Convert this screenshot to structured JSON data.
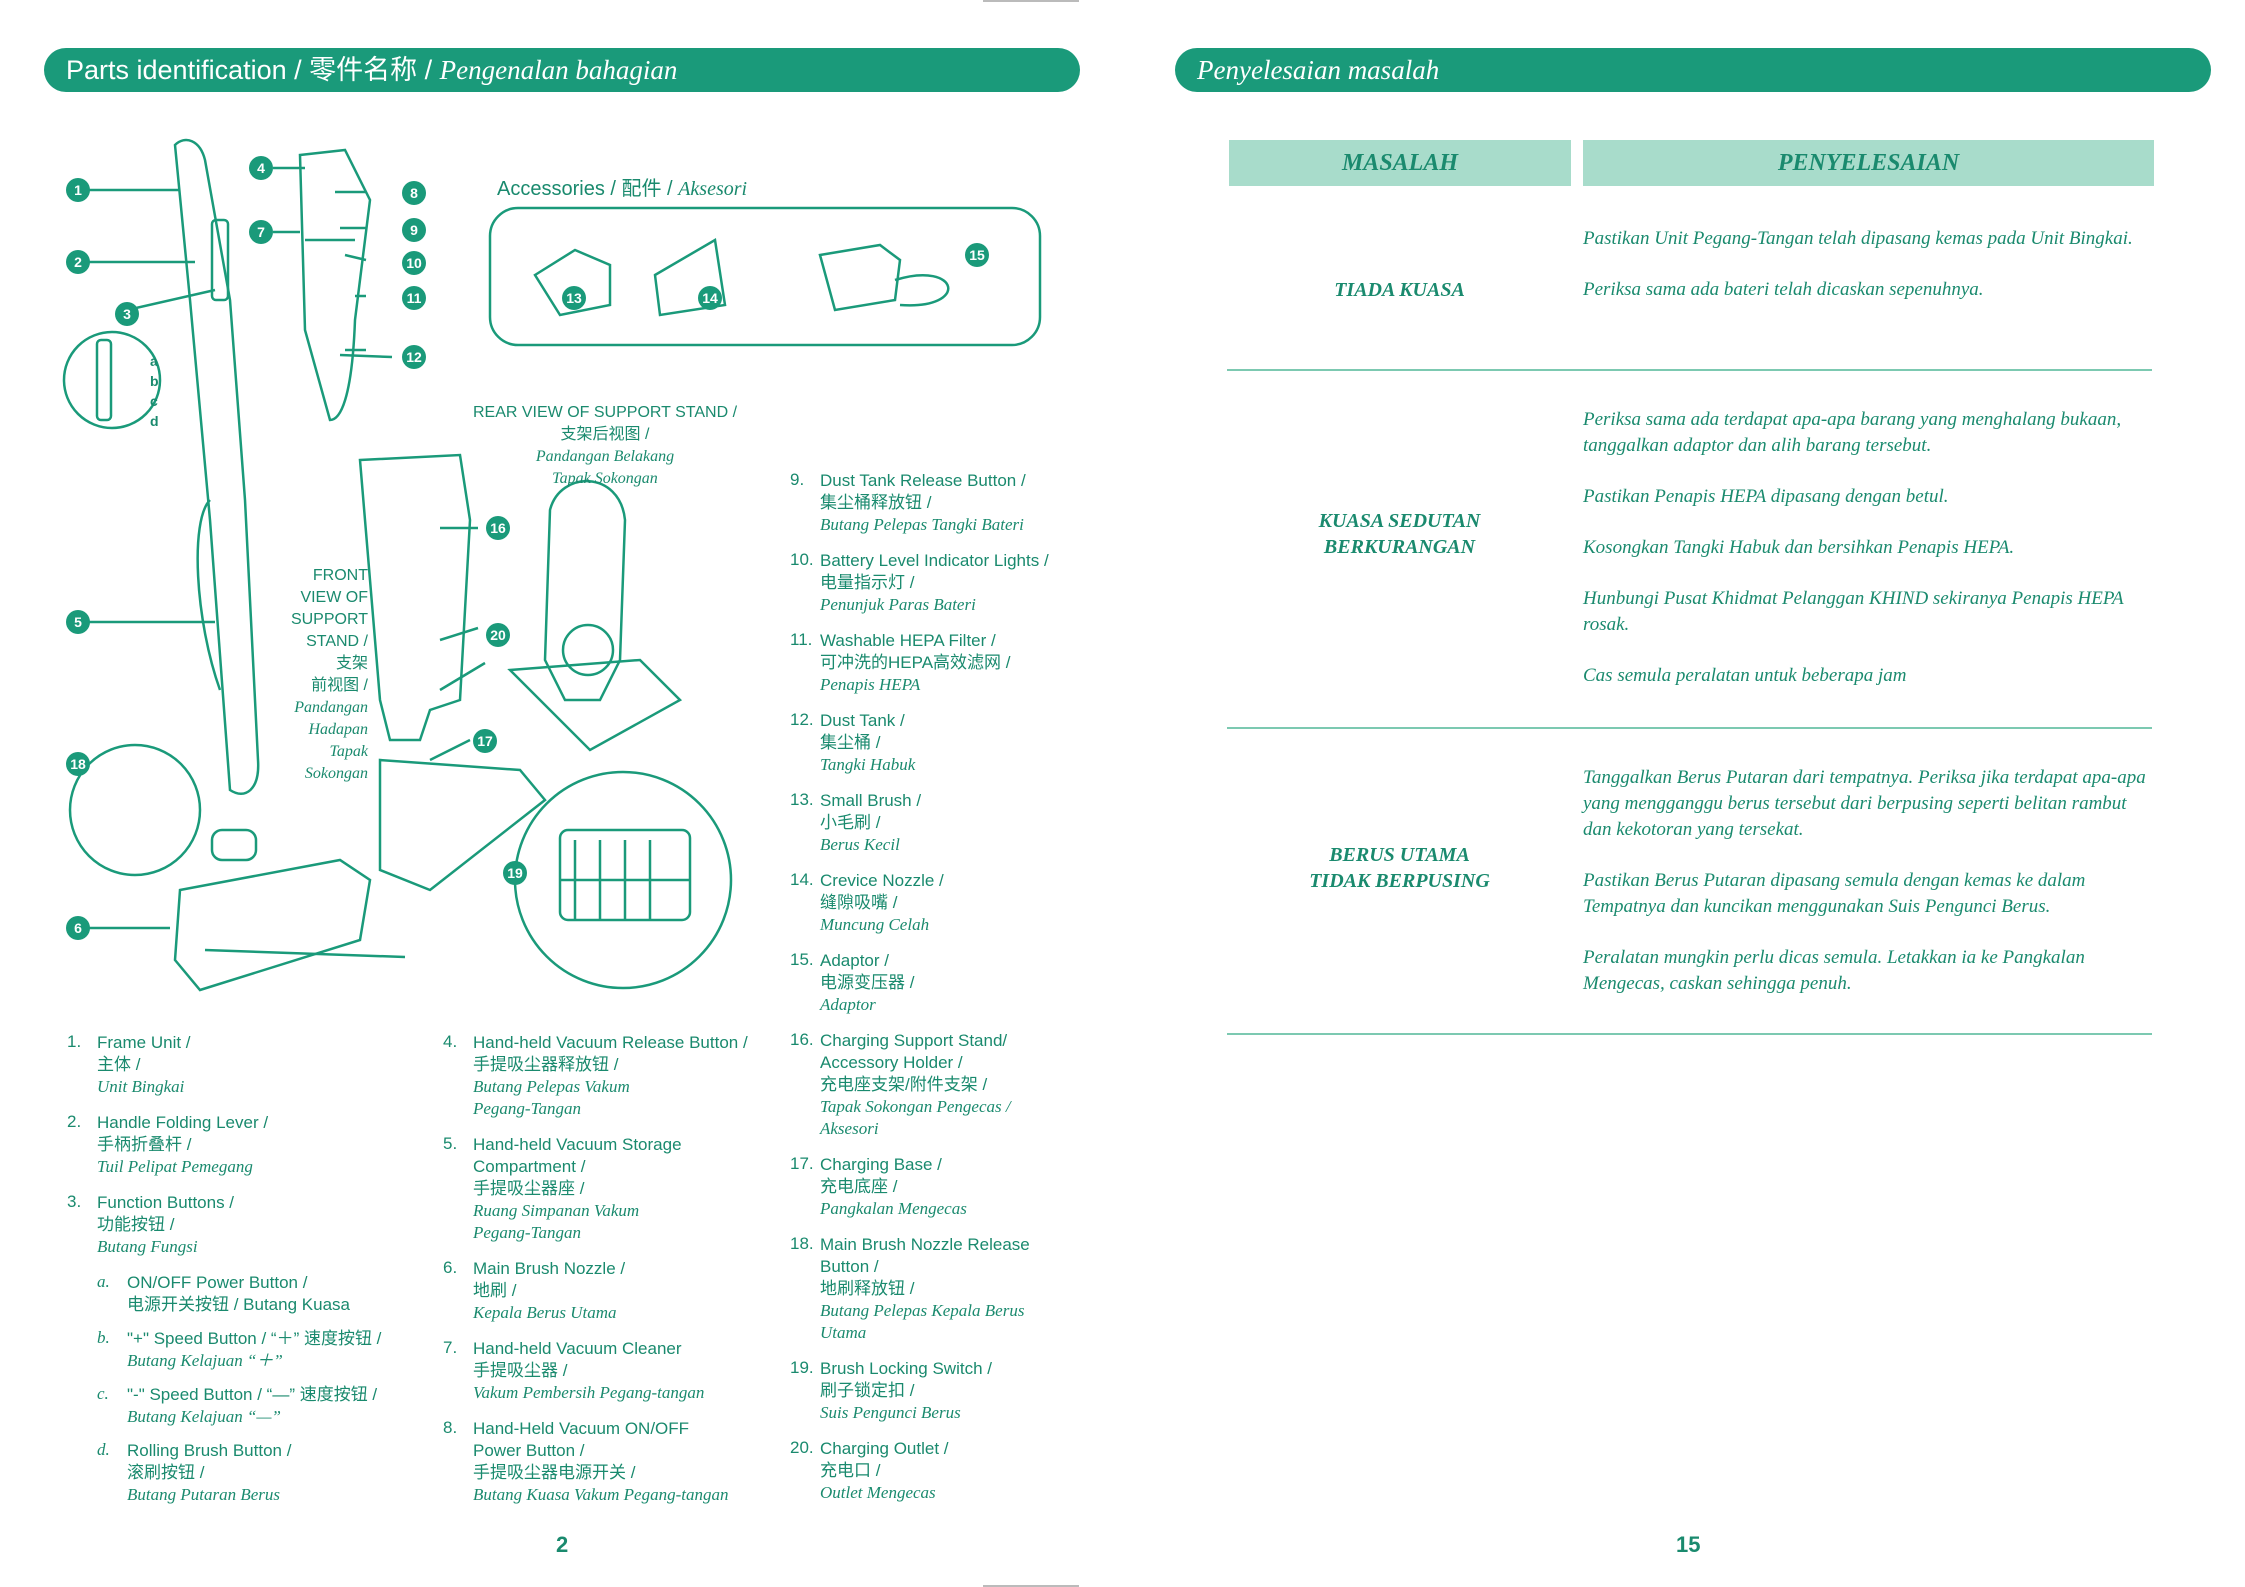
{
  "left_page": {
    "banner": {
      "en": "Parts identification /",
      "zh": "零件名称 /",
      "ms": "Pengenalan bahagian"
    },
    "accessories": {
      "en": "Accessories /",
      "zh": "配件 /",
      "ms": "Aksesori"
    },
    "rear_view": {
      "en": "REAR VIEW OF SUPPORT STAND /",
      "zh": "支架后视图 /",
      "ms1": "Pandangan Belakang",
      "ms2": "Tapak Sokongan"
    },
    "front_view": {
      "l1": "FRONT",
      "l2": "VIEW OF",
      "l3": "SUPPORT",
      "l4": "STAND /",
      "zh1": "支架",
      "zh2": "前视图 /",
      "ms1": "Pandangan",
      "ms2": "Hadapan",
      "ms3": "Tapak",
      "ms4": "Sokongan"
    },
    "callouts": [
      "1",
      "2",
      "3",
      "4",
      "5",
      "6",
      "7",
      "8",
      "9",
      "10",
      "11",
      "12",
      "13",
      "14",
      "15",
      "16",
      "17",
      "18",
      "19",
      "20"
    ],
    "switch_letters": [
      "a",
      "b",
      "c",
      "d"
    ],
    "parts_col1": [
      {
        "num": "1.",
        "en": "Frame Unit /",
        "zh": "主体 /",
        "ms": "Unit Bingkai"
      },
      {
        "num": "2.",
        "en": "Handle Folding Lever /",
        "zh": "手柄折叠杆 /",
        "ms": "Tuil Pelipat Pemegang"
      },
      {
        "num": "3.",
        "en": "Function Buttons /",
        "zh": "功能按钮 /",
        "ms": "Butang Fungsi"
      }
    ],
    "function_subs": [
      {
        "letter": "a.",
        "l1": "ON/OFF Power Button /",
        "l2": "电源开关按钮 / Butang Kuasa"
      },
      {
        "letter": "b.",
        "l1": "\"+\" Speed Button / “＋” 速度按钮 /",
        "l2": "Butang Kelajuan “＋”"
      },
      {
        "letter": "c.",
        "l1": "\"-\" Speed Button / “—” 速度按钮 /",
        "l2": "Butang Kelajuan “—”"
      },
      {
        "letter": "d.",
        "l1": "Rolling Brush Button /",
        "l2": "滚刷按钮 /",
        "l3": "Butang Putaran Berus"
      }
    ],
    "parts_col2": [
      {
        "num": "4.",
        "en": "Hand-held Vacuum Release Button /",
        "zh": "手提吸尘器释放钮 /",
        "ms": "Butang Pelepas Vakum",
        "ms2": "Pegang-Tangan"
      },
      {
        "num": "5.",
        "en": "Hand-held Vacuum Storage",
        "en2": "Compartment /",
        "zh": "手提吸尘器座 /",
        "ms": "Ruang Simpanan Vakum",
        "ms2": "Pegang-Tangan"
      },
      {
        "num": "6.",
        "en": "Main Brush Nozzle /",
        "zh": "地刷 /",
        "ms": "Kepala Berus Utama"
      },
      {
        "num": "7.",
        "en": "Hand-held Vacuum Cleaner",
        "zh": "手提吸尘器 /",
        "ms": "Vakum Pembersih Pegang-tangan"
      },
      {
        "num": "8.",
        "en": "Hand-Held Vacuum ON/OFF",
        "en2": "Power Button /",
        "zh": "手提吸尘器电源开关 /",
        "ms": "Butang Kuasa Vakum Pegang-tangan"
      }
    ],
    "parts_col3": [
      {
        "num": "9.",
        "en": "Dust Tank Release Button /",
        "zh": "集尘桶释放钮 /",
        "ms": "Butang Pelepas Tangki Bateri"
      },
      {
        "num": "10.",
        "en": "Battery Level Indicator Lights /",
        "zh": "电量指示灯 /",
        "ms": "Penunjuk Paras Bateri"
      },
      {
        "num": "11.",
        "en": "Washable HEPA Filter /",
        "zh": "可冲洗的HEPA高效滤网 /",
        "ms": "Penapis HEPA"
      },
      {
        "num": "12.",
        "en": "Dust Tank /",
        "zh": "集尘桶 /",
        "ms": "Tangki Habuk"
      },
      {
        "num": "13.",
        "en": "Small Brush /",
        "zh": "小毛刷 /",
        "ms": "Berus Kecil"
      },
      {
        "num": "14.",
        "en": "Crevice Nozzle /",
        "zh": "缝隙吸嘴 /",
        "ms": "Muncung Celah"
      },
      {
        "num": "15.",
        "en": "Adaptor /",
        "zh": "电源变压器 /",
        "ms": "Adaptor"
      },
      {
        "num": "16.",
        "en": "Charging Support Stand/",
        "en2": "Accessory Holder /",
        "zh": "充电座支架/附件支架 /",
        "ms": "Tapak Sokongan Pengecas /",
        "ms2": "Aksesori"
      },
      {
        "num": "17.",
        "en": "Charging Base /",
        "zh": "充电底座 /",
        "ms": "Pangkalan Mengecas"
      },
      {
        "num": "18.",
        "en": "Main Brush Nozzle Release",
        "en2": "Button /",
        "zh": "地刷释放钮 /",
        "ms": "Butang Pelepas Kepala Berus",
        "ms2": "Utama"
      },
      {
        "num": "19.",
        "en": "Brush Locking Switch /",
        "zh": "刷子锁定扣 /",
        "ms": "Suis Pengunci Berus"
      },
      {
        "num": "20.",
        "en": "Charging Outlet /",
        "zh": "充电口 /",
        "ms": "Outlet Mengecas"
      }
    ],
    "page_number": "2"
  },
  "right_page": {
    "banner": "Penyelesaian masalah",
    "header_problem": "MASALAH",
    "header_solution": "PENYELESAIAN",
    "rows": [
      {
        "problem": [
          "TIADA KUASA"
        ],
        "solutions": [
          "Pastikan Unit Pegang-Tangan telah dipasang kemas pada Unit Bingkai.",
          "Periksa sama ada bateri telah dicaskan sepenuhnya."
        ]
      },
      {
        "problem": [
          "KUASA SEDUTAN",
          "BERKURANGAN"
        ],
        "solutions": [
          "Periksa sama ada terdapat apa-apa barang yang menghalang bukaan, tanggalkan adaptor dan alih barang tersebut.",
          "Pastikan Penapis HEPA dipasang dengan betul.",
          "Kosongkan Tangki Habuk dan bersihkan Penapis HEPA.",
          "Hunbungi Pusat  Khidmat Pelanggan KHIND sekiranya Penapis HEPA rosak.",
          "Cas semula peralatan untuk beberapa jam"
        ]
      },
      {
        "problem": [
          "BERUS UTAMA",
          "TIDAK BERPUSING"
        ],
        "solutions": [
          "Tanggalkan Berus Putaran dari tempatnya. Periksa jika terdapat apa-apa yang mengganggu berus tersebut dari berpusing seperti belitan rambut dan kekotoran yang tersekat.",
          "Pastikan Berus Putaran dipasang semula dengan kemas ke dalam Tempatnya dan kuncikan menggunakan Suis Pengunci Berus.",
          "Peralatan mungkin perlu dicas semula. Letakkan ia ke Pangkalan Mengecas, caskan sehingga penuh."
        ]
      }
    ],
    "page_number": "15"
  },
  "colors": {
    "accent": "#1a9a7a",
    "text": "#1a8a6e",
    "header_fill": "#a8dccb",
    "rule": "#7cc9b1"
  }
}
